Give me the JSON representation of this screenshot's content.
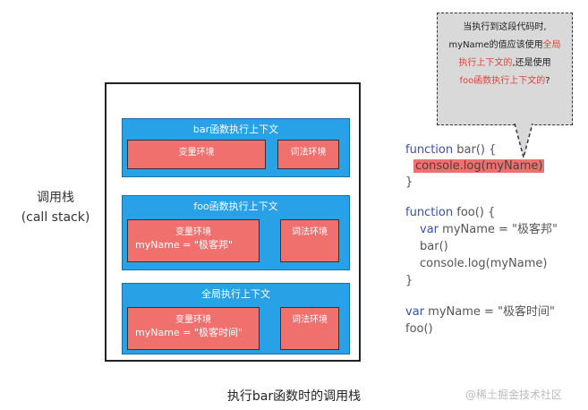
{
  "stack_label": {
    "line1": "调用栈",
    "line2": "(call stack)"
  },
  "contexts": [
    {
      "title": "bar函数执行上下文",
      "var_env": "变量环境",
      "var_value": "",
      "lex_env": "词法环境"
    },
    {
      "title": "foo函数执行上下文",
      "var_env": "变量环境",
      "var_value": "myName = \"极客邦\"",
      "lex_env": "词法环境"
    },
    {
      "title": "全局执行上下文",
      "var_env": "变量环境",
      "var_value": "myName = \"极客时间\"",
      "lex_env": "词法环境"
    }
  ],
  "code": {
    "l1_kw": "function",
    "l1_rest": "bar() {",
    "l2": "console.log(myName)",
    "l3": "}",
    "l4_kw": "function",
    "l4_rest": "foo() {",
    "l5_kw": "var",
    "l5_rest": "myName = \"极客邦\"",
    "l6": "bar()",
    "l7": "console.log(myName)",
    "l8": "}",
    "l9_kw": "var",
    "l9_rest": "myName = \"极客时间\"",
    "l10": "foo()"
  },
  "callout": {
    "line1": "当执行到这段代码时,",
    "line2a": "myName的值应该使用",
    "line2b": "全局",
    "line3a": "执行上下文的",
    "line3b": ",还是使用",
    "line4a": "foo函数执行上下文的",
    "line4b": "?"
  },
  "caption": "执行bar函数时的调用栈",
  "watermark": "@稀土掘金技术社区",
  "colors": {
    "context_blue": "#29a1e6",
    "env_red": "#f0706e",
    "keyword_blue": "#3b4fb0",
    "callout_gray": "#d9d9d9"
  }
}
